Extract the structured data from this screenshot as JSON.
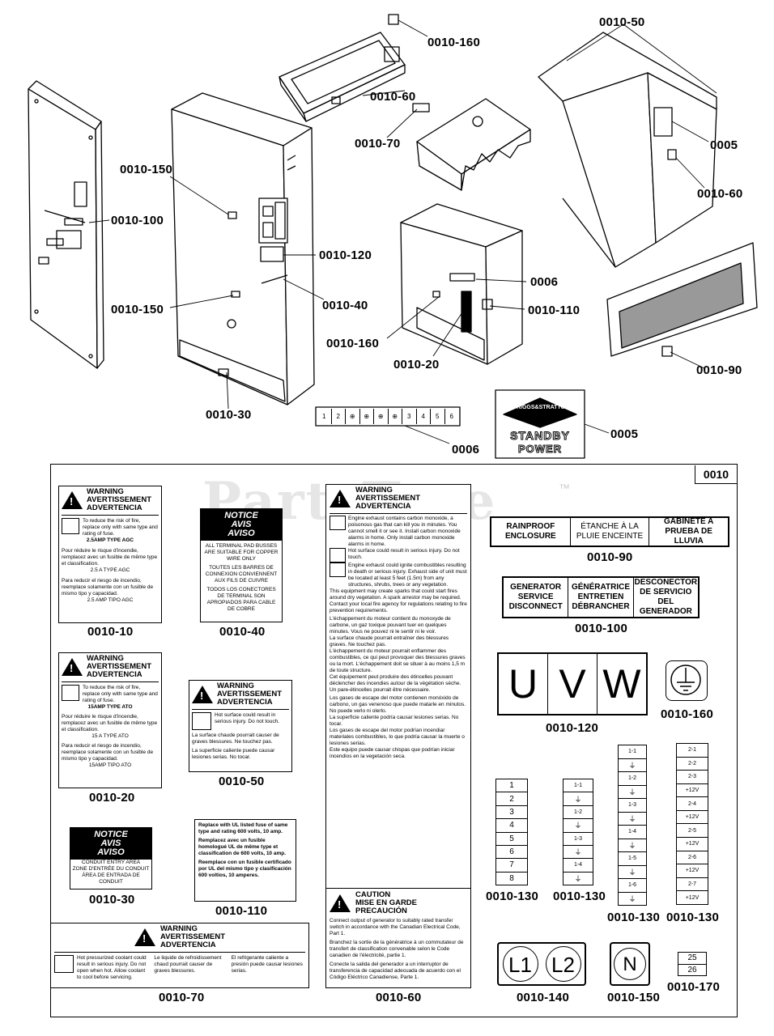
{
  "callouts": {
    "c_0010_160_top": "0010-160",
    "c_0010_50": "0010-50",
    "c_0010_60_top": "0010-60",
    "c_0010_70_top": "0010-70",
    "c_0005_top": "0005",
    "c_0010_150": "0010-150",
    "c_0010_100": "0010-100",
    "c_0010_60_right": "0010-60",
    "c_0010_120": "0010-120",
    "c_0006_top": "0006",
    "c_0010_40": "0010-40",
    "c_0010_150_b": "0010-150",
    "c_0010_110": "0010-110",
    "c_0010_160_mid": "0010-160",
    "c_0010_20": "0010-20",
    "c_0010_90": "0010-90",
    "c_0010_30": "0010-30",
    "c_0006_bottom": "0006",
    "c_0005_bottom": "0005"
  },
  "terminal_strip": [
    "1",
    "2",
    "⊕",
    "⊕",
    "⊕",
    "⊕",
    "3",
    "4",
    "5",
    "6"
  ],
  "logo": {
    "brand": "BRIGGS&STRATTON",
    "line1": "STANDBY",
    "line2": "POWER"
  },
  "kit_box": {
    "code": "0010",
    "watermark": "PartsTree",
    "tm": "™"
  },
  "labels": {
    "l_0010_10": {
      "code": "0010-10",
      "header": [
        "WARNING",
        "AVERTISSEMENT",
        "ADVERTENCIA"
      ],
      "en": "To reduce the risk of fire, replace only with same type and rating of fuse.",
      "en2": "2.5AMP TYPE AGC",
      "fr": "Pour réduire le risque d'incendie, remplacez avec un fusible de même type et classification.",
      "fr2": "2.5 A TYPE AGC",
      "es": "Para reducir el riesgo de incendio, reemplace solamente con un fusible de mismo tipo y capacidad.",
      "es2": "2.5 AMP TIPO AGC"
    },
    "l_0010_40": {
      "code": "0010-40",
      "notice": [
        "NOTICE",
        "AVIS",
        "AVISO"
      ],
      "en": "ALL TERMINAL PAD BUSSES ARE SUITABLE FOR COPPER WIRE ONLY",
      "fr": "TOUTES LES BARRES DE CONNEXION CONVIENNENT AUX FILS DE CUIVRE",
      "es": "TODOS LOS CONECTORES DE TERMINAL SON APROPIADOS PARA CABLE DE COBRE"
    },
    "l_0010_20": {
      "code": "0010-20",
      "header": [
        "WARNING",
        "AVERTISSEMENT",
        "ADVERTENCIA"
      ],
      "en": "To reduce the risk of fire, replace only with same type and rating of fuse.",
      "en2": "15AMP TYPE ATO",
      "fr": "Pour réduire le risque d'incendie, remplacez avec un fusible de même type et classification.",
      "fr2": "15 A TYPE ATO",
      "es": "Para reducir el riesgo de incendio, reemplace solamente con un fusible de mismo tipo y capacidad.",
      "es2": "15AMP TIPO ATO"
    },
    "l_0010_50": {
      "code": "0010-50",
      "header": [
        "WARNING",
        "AVERTISSEMENT",
        "ADVERTENCIA"
      ],
      "en": "Hot surface could result in serious injury. Do not touch.",
      "fr": "La surface chaude pourrait causer de graves blessures. Ne touchez pas.",
      "es": "La superficie caliente puede causar lesiones serias. No tocar."
    },
    "l_0010_30": {
      "code": "0010-30",
      "notice": [
        "NOTICE",
        "AVIS",
        "AVISO"
      ],
      "en": "CONDUIT ENTRY AREA",
      "fr": "ZONE D'ENTRÉE DU CONDUIT",
      "es": "ÁREA DE ENTRADA DE CONDUIT"
    },
    "l_0010_110": {
      "code": "0010-110",
      "en": "Replace with UL listed fuse of same type and rating 600 volts, 10 amp.",
      "fr": "Remplacez avec un fusible homologué UL de même type et classification de 600 volts, 10 amp.",
      "es": "Reemplace con un fusible certificado por UL del mismo tipo y clasificación 600 voltios, 10 amperes."
    },
    "l_0010_70": {
      "code": "0010-70",
      "header": [
        "WARNING",
        "AVERTISSEMENT",
        "ADVERTENCIA"
      ],
      "en": "Hot pressurized coolant could result in serious injury. Do not open when hot. Allow coolant to cool before servicing.",
      "fr": "Le liquide de refroidissement chaud pourrait causer de graves blessures.",
      "es": "El refrigerante caliente a presión puede causar lesiones serias."
    },
    "l_0010_60": {
      "code": "0010-60",
      "header": [
        "WARNING",
        "AVERTISSEMENT",
        "ADVERTENCIA"
      ],
      "p1": "Engine exhaust contains carbon monoxide, a poisonous gas that can kill you in minutes. You cannot smell it or see it. Install carbon monoxide alarms in home. Only install carbon monoxide alarms in home.",
      "p2": "Hot surface could result in serious injury. Do not touch.",
      "p3": "Engine exhaust could ignite combustibles resulting in death or serious injury. Exhaust side of unit must be located at least 5 feet (1.5m) from any structures, shrubs, trees or any vegetation.",
      "p4": "This equipment may create sparks that could start fires around dry vegetation. A spark arrestor may be required. Contact your local fire agency for regulations relating to fire prevention requirements.",
      "p5": "L'échappement du moteur contient du monoxyde de carbone, un gaz toxique pouvant tuer en quelques minutes. Vous ne pouvez ni le sentir ni le voir.",
      "p6": "La surface chaude pourrait entraîner des blessures graves. Ne touchez pas.",
      "p7": "L'échappement du moteur pourrait enflammer des combustibles, ce qui peut provoquer des blessures graves ou la mort. L'échappement doit se situer à au moins 1,5 m de toute structure.",
      "p8": "Cet équipement peut produire des étincelles pouvant déclencher des incendies autour de la végétation sèche. Un pare-étincelles pourrait être nécessaire.",
      "p9": "Los gases de escape del motor contienen monóxido de carbono, un gas venenoso que puede matarle en minutos. No puede verlo ni olerlo.",
      "p10": "La superficie caliente podría causar lesiones serias. No tocar.",
      "p11": "Los gases de escape del motor podrían incendiar materiales combustibles, lo que podría causar la muerte o lesiones serias.",
      "p12": "Este equipo puede causar chispas que podrían iniciar incendios en la vegetación seca.",
      "caution": [
        "CAUTION",
        "MISE EN GARDE",
        "PRECAUCIÓN"
      ],
      "c1": "Connect output of generator to suitably rated transfer switch in accordance with the Canadian Electrical Code, Part 1.",
      "c2": "Branchez la sortie de la génératrice à un commutateur de transfert de classification convenable selon le Code canadien de l'électricité, partie 1.",
      "c3": "Conecte la salida del generador a un interruptor de transferencia de capacidad adecuada de acuerdo con el Código Eléctrico Canadiense, Parte 1."
    },
    "l_0010_90": {
      "code": "0010-90",
      "cells": [
        "RAINPROOF ENCLOSURE",
        "ÉTANCHE À LA PLUIE ENCEINTE",
        "GABINETE A PRUEBA DE LLUVIA"
      ]
    },
    "l_0010_100": {
      "code": "0010-100",
      "cells": [
        "GENERATOR SERVICE DISCONNECT",
        "GÉNÉRATRICE ENTRETIEN DÉBRANCHER",
        "DESCONECTOR DE SERVICIO DEL GENERADOR"
      ]
    },
    "l_0010_120": {
      "code": "0010-120",
      "letters": [
        "U",
        "V",
        "W"
      ]
    },
    "l_0010_160": {
      "code": "0010-160"
    },
    "l_0010_130_a": {
      "code": "0010-130",
      "items": [
        "1",
        "2",
        "3",
        "4",
        "5",
        "6",
        "7",
        "8"
      ]
    },
    "l_0010_130_b": {
      "code": "0010-130",
      "items": [
        "1-1",
        "⏚",
        "1-2",
        "⏚",
        "1-3",
        "⏚",
        "1-4",
        "⏚"
      ]
    },
    "l_0010_130_c": {
      "code": "0010-130",
      "items": [
        "1-1",
        "⏚",
        "1-2",
        "⏚",
        "1-3",
        "⏚",
        "1-4",
        "⏚",
        "1-5",
        "⏚",
        "1-6",
        "⏚"
      ]
    },
    "l_0010_130_d": {
      "code": "0010-130",
      "items": [
        "2-1",
        "2-2",
        "2-3",
        "+12V",
        "2-4",
        "+12V",
        "2-5",
        "+12V",
        "2-6",
        "+12V",
        "2-7",
        "+12V"
      ]
    },
    "l_0010_140": {
      "code": "0010-140",
      "letters": [
        "L1",
        "L2"
      ]
    },
    "l_0010_150": {
      "code": "0010-150",
      "letter": "N"
    },
    "l_0010_170": {
      "code": "0010-170",
      "items": [
        "25",
        "26"
      ]
    }
  }
}
